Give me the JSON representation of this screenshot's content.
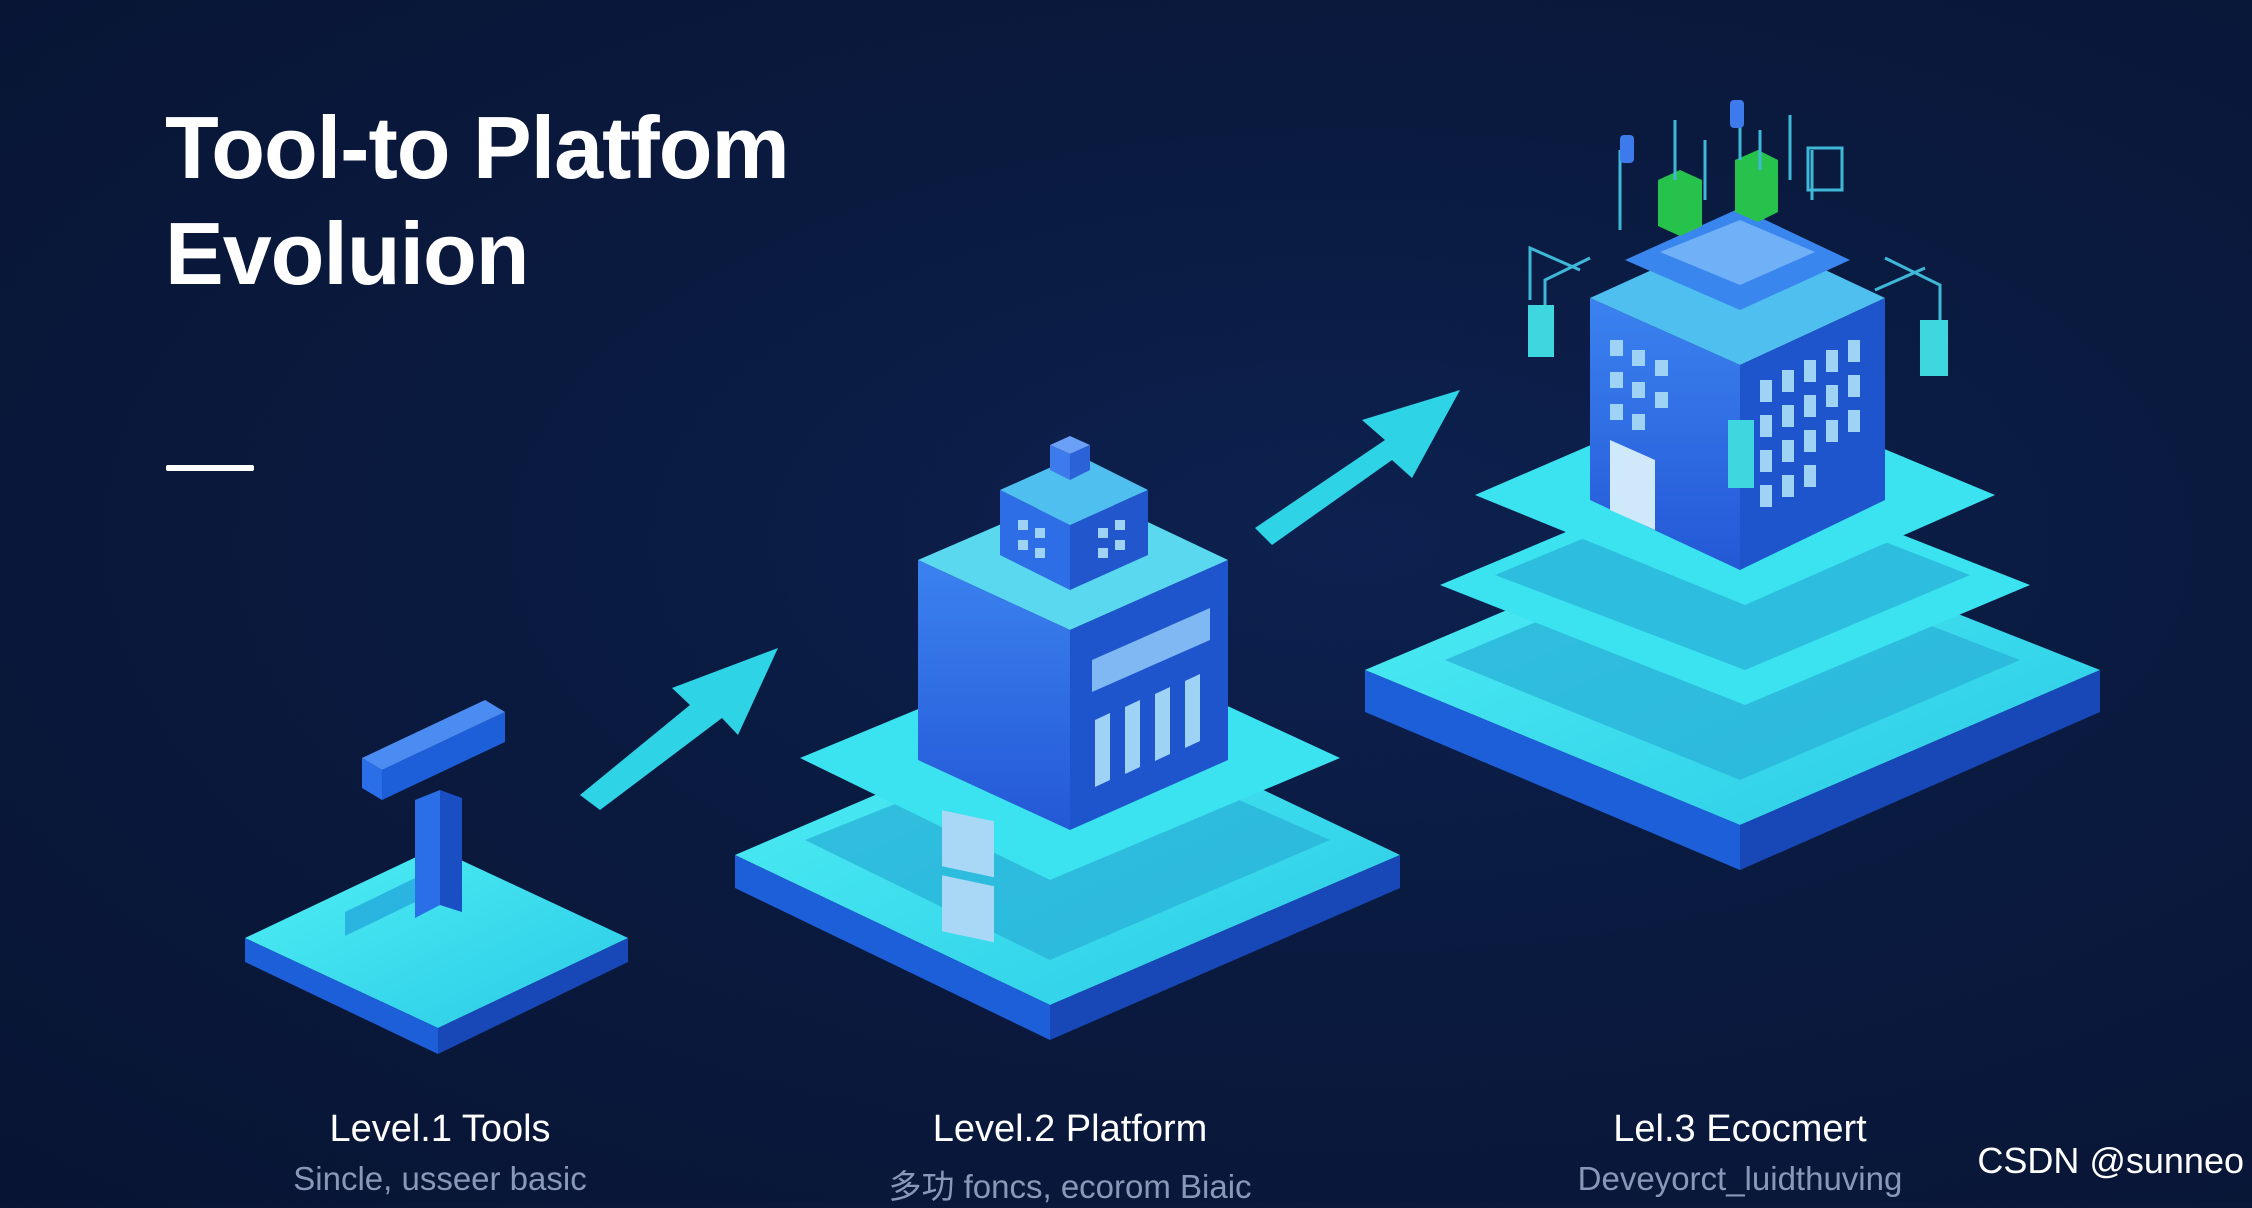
{
  "title": {
    "line1": "Tool-to Platfom",
    "line2": "Evoluion"
  },
  "levels": [
    {
      "label": "Level.1 Tools",
      "subtitle": "Sincle, usseer basic"
    },
    {
      "label": "Level.2 Platform",
      "subtitle": "多功 foncs, ecorom Biaic"
    },
    {
      "label": "Lel.3 Ecocmert",
      "subtitle": "Deveyorct_luidthuving"
    }
  ],
  "watermark": "CSDN @sunneo",
  "colors": {
    "background": "#0a1a3f",
    "platform_cyan": "#35e0ee",
    "platform_blue": "#1d5fd9",
    "building_blue": "#2a6fe8",
    "window_light": "#9fd3f5",
    "accent_green": "#27c24c"
  },
  "icons": [
    "tool-icon",
    "platform-building-icon",
    "ecosystem-building-icon",
    "arrow-icon"
  ]
}
